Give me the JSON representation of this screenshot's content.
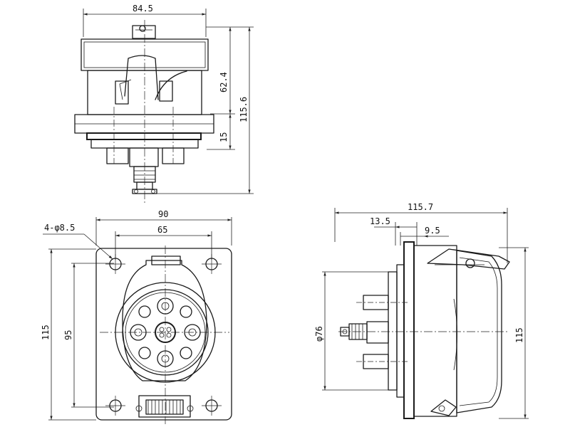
{
  "dimensions": {
    "top_width": "84.5",
    "top_height_inner": "62.4",
    "top_height_overall": "115.6",
    "top_flange": "15",
    "front_width_outer": "90",
    "front_width_holes": "65",
    "front_holes": "4-φ8.5",
    "front_height_outer": "115",
    "front_height_holes": "95",
    "side_depth": "115.7",
    "side_offset_a": "13.5",
    "side_offset_b": "9.5",
    "side_diameter": "φ76",
    "side_height": "115"
  }
}
